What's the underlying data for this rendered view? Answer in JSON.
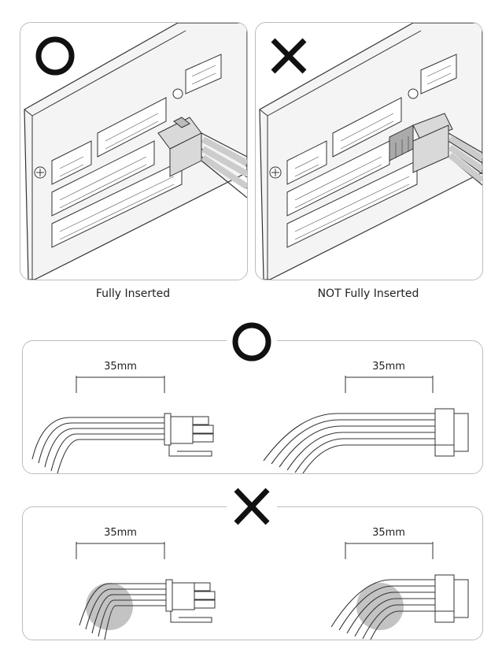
{
  "top": {
    "left_caption": "Fully Inserted",
    "right_caption": "NOT Fully Inserted",
    "left_symbol": "check-circle-symbol",
    "right_symbol": "cross-symbol"
  },
  "bend_good": {
    "symbol": "circle-symbol",
    "left_dimension": "35mm",
    "right_dimension": "35mm"
  },
  "bend_bad": {
    "symbol": "cross-symbol",
    "left_dimension": "35mm",
    "right_dimension": "35mm"
  },
  "colors": {
    "line": "#333333",
    "panel_border": "#bdbdbd",
    "highlight": "#b8b8b8",
    "connector_fill": "#d9d9d9"
  }
}
